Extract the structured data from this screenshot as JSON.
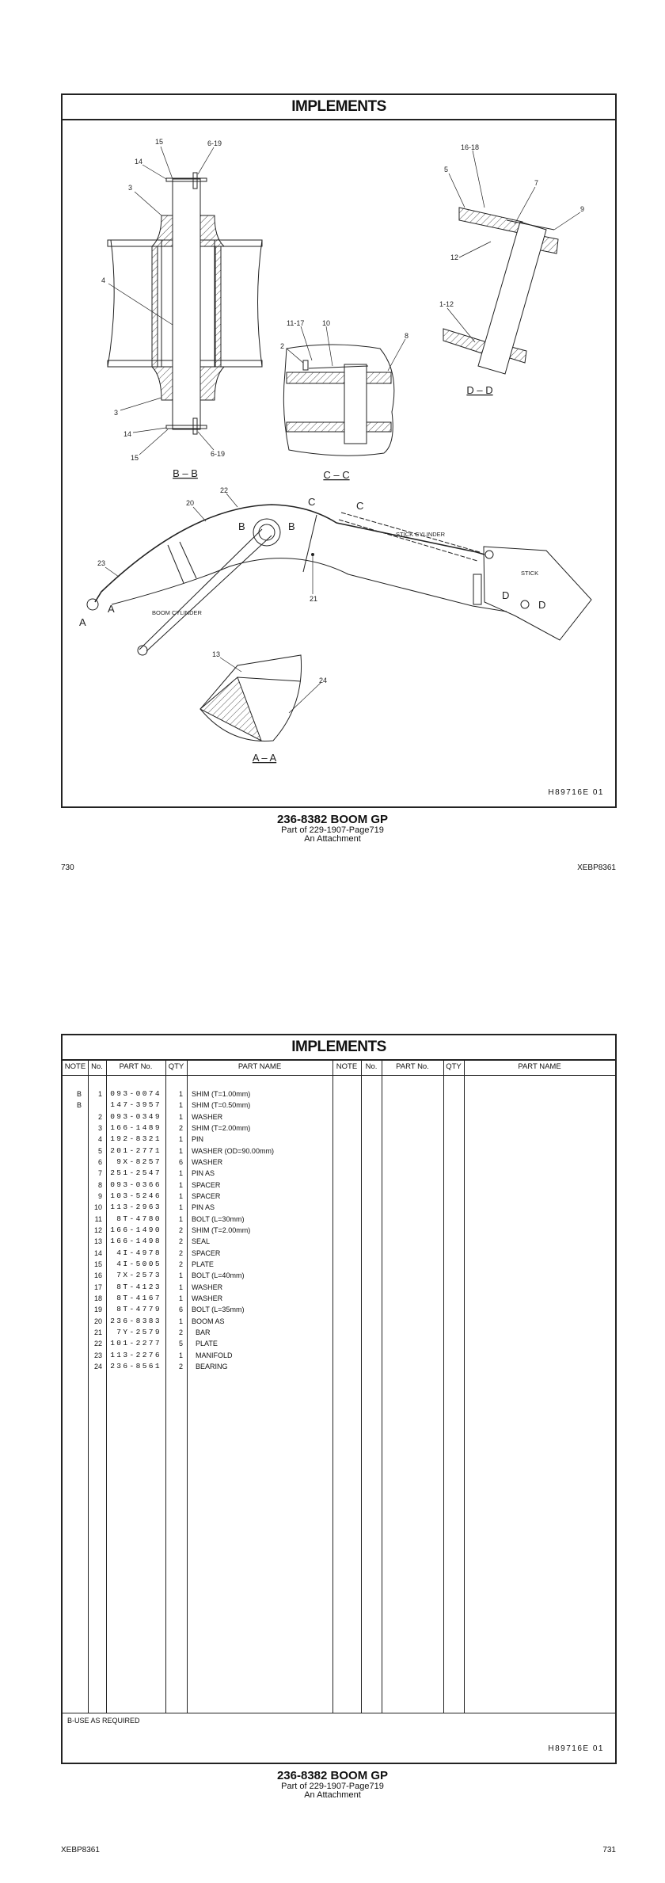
{
  "page1": {
    "title": "IMPLEMENTS",
    "drawing_number": "H89716E   01",
    "caption": {
      "group": "236-8382  BOOM  GP",
      "part_of": "Part of 229-1907-Page719",
      "attachment": "An Attachment"
    },
    "page_number": "730",
    "doc_id": "XEBP8361",
    "diagram": {
      "section_labels": {
        "bb": "B – B",
        "cc": "C – C",
        "dd": "D – D",
        "aa": "A – A"
      },
      "callouts_bb": [
        "15",
        "6-19",
        "14",
        "3",
        "4",
        "3",
        "14",
        "15",
        "6-19"
      ],
      "callouts_cc": [
        "11-17",
        "10",
        "2",
        "8"
      ],
      "callouts_dd": [
        "16-18",
        "5",
        "7",
        "9",
        "12",
        "1-12"
      ],
      "callouts_boom": [
        "22",
        "20",
        "23",
        "21"
      ],
      "callouts_aa": [
        "13",
        "24"
      ],
      "section_markers": {
        "a": "A",
        "b": "B",
        "c": "C",
        "d": "D"
      },
      "component_labels": {
        "stick_cylinder": "STICK  CYLINDER",
        "stick": "STICK",
        "boom_cylinder": "BOOM  CYLINDER"
      }
    }
  },
  "page2": {
    "title": "IMPLEMENTS",
    "headers": {
      "note": "NOTE",
      "no": "No.",
      "part_no": "PART No.",
      "qty": "QTY",
      "part_name": "PART NAME"
    },
    "parts": [
      {
        "note": "B",
        "no": "1",
        "part_no": "093-0074",
        "qty": "1",
        "name": "SHIM (T=1.00mm)"
      },
      {
        "note": "B",
        "no": "",
        "part_no": "147-3957",
        "qty": "1",
        "name": "SHIM (T=0.50mm)"
      },
      {
        "note": "",
        "no": "2",
        "part_no": "093-0349",
        "qty": "1",
        "name": "WASHER"
      },
      {
        "note": "",
        "no": "3",
        "part_no": "166-1489",
        "qty": "2",
        "name": "SHIM (T=2.00mm)"
      },
      {
        "note": "",
        "no": "4",
        "part_no": "192-8321",
        "qty": "1",
        "name": "PIN"
      },
      {
        "note": "",
        "no": "5",
        "part_no": "201-2771",
        "qty": "1",
        "name": "WASHER (OD=90.00mm)"
      },
      {
        "note": "",
        "no": "6",
        "part_no": "9X-8257",
        "qty": "6",
        "name": "WASHER"
      },
      {
        "note": "",
        "no": "7",
        "part_no": "251-2547",
        "qty": "1",
        "name": "PIN AS"
      },
      {
        "note": "",
        "no": "8",
        "part_no": "093-0366",
        "qty": "1",
        "name": "SPACER"
      },
      {
        "note": "",
        "no": "9",
        "part_no": "103-5246",
        "qty": "1",
        "name": "SPACER"
      },
      {
        "note": "",
        "no": "10",
        "part_no": "113-2963",
        "qty": "1",
        "name": "PIN AS"
      },
      {
        "note": "",
        "no": "11",
        "part_no": "8T-4780",
        "qty": "1",
        "name": "BOLT (L=30mm)"
      },
      {
        "note": "",
        "no": "12",
        "part_no": "166-1490",
        "qty": "2",
        "name": "SHIM (T=2.00mm)"
      },
      {
        "note": "",
        "no": "13",
        "part_no": "166-1498",
        "qty": "2",
        "name": "SEAL"
      },
      {
        "note": "",
        "no": "14",
        "part_no": "4I-4978",
        "qty": "2",
        "name": "SPACER"
      },
      {
        "note": "",
        "no": "15",
        "part_no": "4I-5005",
        "qty": "2",
        "name": "PLATE"
      },
      {
        "note": "",
        "no": "16",
        "part_no": "7X-2573",
        "qty": "1",
        "name": "BOLT (L=40mm)"
      },
      {
        "note": "",
        "no": "17",
        "part_no": "8T-4123",
        "qty": "1",
        "name": "WASHER"
      },
      {
        "note": "",
        "no": "18",
        "part_no": "8T-4167",
        "qty": "1",
        "name": "WASHER"
      },
      {
        "note": "",
        "no": "19",
        "part_no": "8T-4779",
        "qty": "6",
        "name": "BOLT (L=35mm)"
      },
      {
        "note": "",
        "no": "20",
        "part_no": "236-8383",
        "qty": "1",
        "name": "BOOM AS"
      },
      {
        "note": "",
        "no": "21",
        "part_no": "7Y-2579",
        "qty": "2",
        "name": "  BAR"
      },
      {
        "note": "",
        "no": "22",
        "part_no": "101-2277",
        "qty": "5",
        "name": "  PLATE"
      },
      {
        "note": "",
        "no": "23",
        "part_no": "113-2276",
        "qty": "1",
        "name": "  MANIFOLD"
      },
      {
        "note": "",
        "no": "24",
        "part_no": "236-8561",
        "qty": "2",
        "name": "  BEARING"
      }
    ],
    "footnote": "B-USE AS REQUIRED",
    "drawing_number": "H89716E   01",
    "caption": {
      "group": "236-8382  BOOM  GP",
      "part_of": "Part of 229-1907-Page719",
      "attachment": "An Attachment"
    },
    "doc_id": "XEBP8361",
    "page_number": "731"
  }
}
